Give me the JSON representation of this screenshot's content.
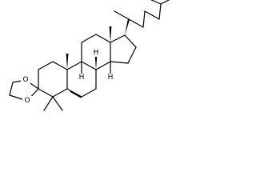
{
  "structure": {
    "atom_labels": {
      "ketal_oxygen_top": "O",
      "ketal_oxygen_bottom": "O",
      "h_c8": "H",
      "h_c9": "H",
      "h_c14": "H"
    }
  },
  "colors": {
    "bond": "#000000",
    "background": "#ffffff"
  }
}
